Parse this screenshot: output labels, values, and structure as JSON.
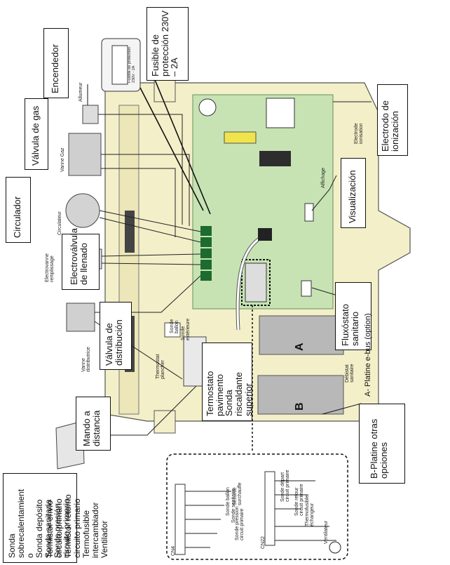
{
  "colors": {
    "board": "#c7e3b4",
    "chassis": "#f3efc9",
    "wire": "#222222",
    "relay": "#1d6b2e",
    "fuse_label": "#f0e44c"
  },
  "callouts": {
    "fusible": "Fusible de\nprotección 230V\n– 2A",
    "encendedor": "Encendedor",
    "electrodo": "Electrodo de\nionización",
    "valvula_gas": "Válvula de gas",
    "circulador": "Circulador",
    "electrovalvula": "Electroválvula\nde llenado",
    "visualizacion": "Visualización",
    "valvula_distribucion": "Válvula de\ndistribución",
    "flujostato": "Fluxóstato\nsanitario",
    "termostato": "Termostato\npavimento\nSonda\nriscaldante\nsuperior",
    "mando": "Mando a\ndistancia",
    "platine_otras": "B-Platine otras\nopciones"
  },
  "labels": {
    "allumeur": "Allumeur",
    "vanne_gaz": "Vanne Gaz",
    "circulateur": "Circulateur",
    "electrovanne": "Electrovanne\nremplissage",
    "vanne_distributrice": "Vanne\ndistributrice",
    "electrode": "Electrode\nionisation",
    "affichage": "Affichage",
    "thermostat_plancher": "Thermostat\nplancher",
    "sonde_ballon": "Sonde\nballon",
    "sonde_exterieure": "Sonde\nextérieure",
    "debistat": "Débistat\nsanitaire",
    "platine_ebus": "A- Platine e-bus (option)",
    "fuse_small": "Fusible de protection\n230V - 2A",
    "plate_a": "A",
    "plate_b": "B",
    "cn4": "CN4",
    "cn22": "CN22",
    "securite": "Sécurité\nsurchauffe",
    "sonde_ballon_b": "Sonde ballon",
    "sonde_sanitaire": "Sonde sanitaire",
    "sonde_pression": "Sonde pression\ncircuit primaire",
    "sonde_depart": "Sonde départ\ncircuit primaire",
    "sonde_retour": "Sonde retour\ncircuit primaire",
    "thermofusible": "Thermofusible\néchangeur",
    "ventilateur": "Ventilateur"
  },
  "legend": {
    "col1": "Sonda\nsobrecalentamient\no\nSonda depósito\nSonda sanitaria\nSonda presión\ncircuito primario",
    "col2": "Termistor envío\ncircuito primario\nTermistor retorno\ncircuito primario\nTermofusible\nintercambiador\nVentilador"
  }
}
